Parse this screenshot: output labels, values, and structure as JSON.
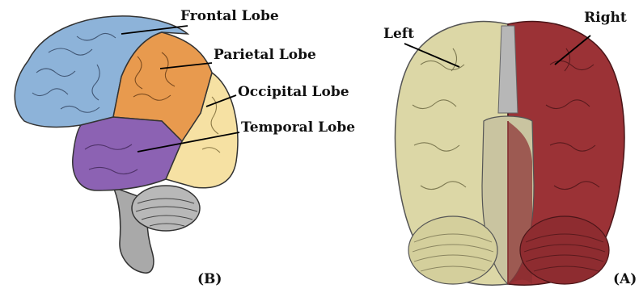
{
  "panel_b": {
    "panel_label": "(B)",
    "labels": {
      "frontal": "Frontal Lobe",
      "parietal": "Parietal Lobe",
      "occipital": "Occipital Lobe",
      "temporal": "Temporal Lobe"
    },
    "colors": {
      "frontal": "#8db3d9",
      "parietal": "#e89a4e",
      "occipital": "#f6e1a3",
      "temporal": "#8c62b3",
      "cerebellum": "#b8b8b8",
      "brainstem": "#a9a9a9"
    }
  },
  "panel_a": {
    "panel_label": "(A)",
    "labels": {
      "left": "Left",
      "right": "Right"
    },
    "colors": {
      "left_hemisphere": "#dcd7a6",
      "right_hemisphere": "#9b3236",
      "midline": "#b7b7b7"
    }
  }
}
